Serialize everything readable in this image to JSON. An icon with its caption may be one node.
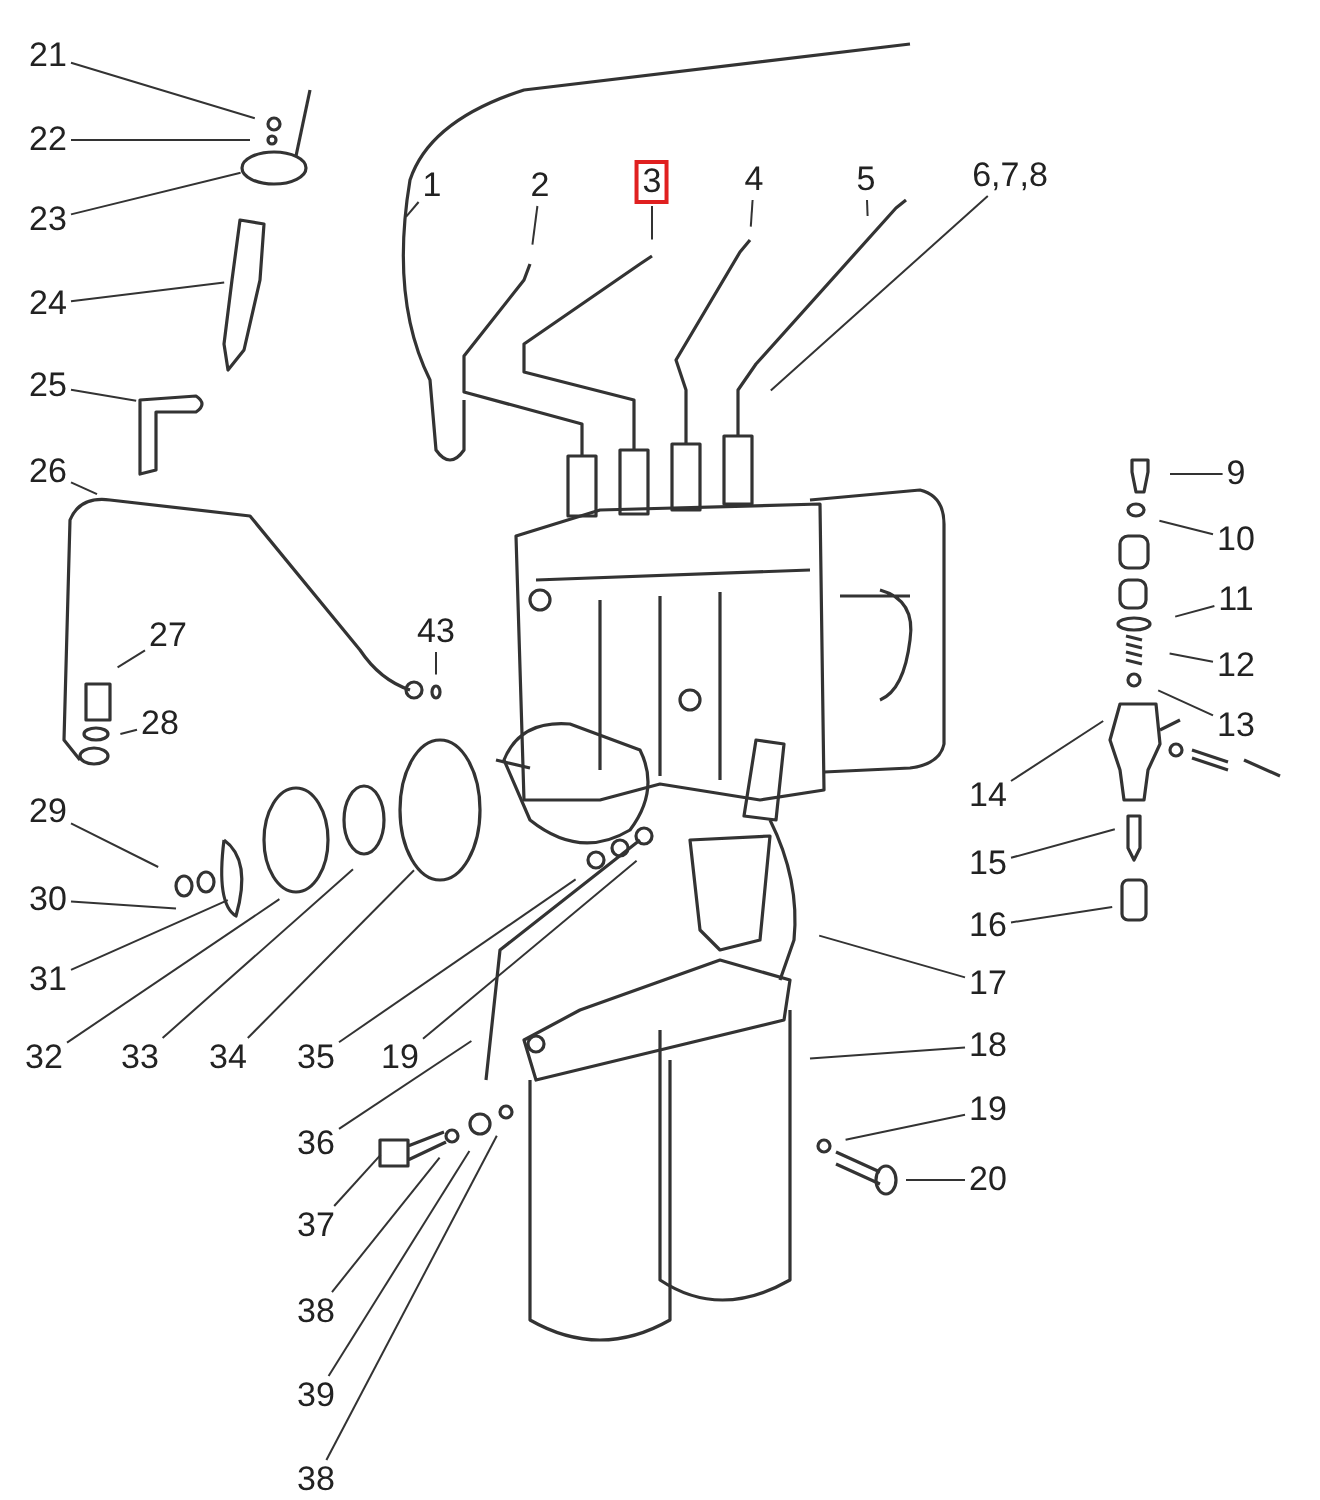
{
  "diagram": {
    "nodes": [
      {
        "text": [
          "21"
        ]
      },
      {
        "text": [
          "22"
        ]
      },
      {
        "text": [
          "23"
        ]
      },
      {
        "text": [
          "24"
        ]
      },
      {
        "text": [
          "25"
        ]
      },
      {
        "text": [
          "26"
        ]
      },
      {
        "text": [
          "27"
        ]
      },
      {
        "text": [
          "28"
        ]
      },
      {
        "text": [
          "29"
        ]
      },
      {
        "text": [
          "30"
        ]
      },
      {
        "text": [
          "31"
        ]
      },
      {
        "text": [
          "32"
        ]
      },
      {
        "text": [
          "33"
        ]
      },
      {
        "text": [
          "34"
        ]
      },
      {
        "text": [
          "35"
        ]
      },
      {
        "text": [
          "19"
        ]
      },
      {
        "text": [
          "36"
        ]
      },
      {
        "text": [
          "37"
        ]
      },
      {
        "text": [
          "38"
        ]
      },
      {
        "text": [
          "39"
        ]
      },
      {
        "text": [
          "38"
        ]
      },
      {
        "text": [
          "1"
        ]
      },
      {
        "text": [
          "2"
        ]
      },
      {
        "text": [
          "3"
        ]
      },
      {
        "text": [
          "4"
        ]
      },
      {
        "text": [
          "5"
        ]
      },
      {
        "text": [
          "6,7,8"
        ]
      },
      {
        "text": [
          "43"
        ]
      },
      {
        "text": [
          "9"
        ]
      },
      {
        "text": [
          "10"
        ]
      },
      {
        "text": [
          "11"
        ]
      },
      {
        "text": [
          "12"
        ]
      },
      {
        "text": [
          "13"
        ]
      },
      {
        "text": [
          "14"
        ]
      },
      {
        "text": [
          "15"
        ]
      },
      {
        "text": [
          "16"
        ]
      },
      {
        "text": [
          "17"
        ]
      },
      {
        "text": [
          "18"
        ]
      },
      {
        "text": [
          "19"
        ]
      },
      {
        "text": [
          "20"
        ]
      }
    ],
    "edges": [
      {
        "from": 0,
        "to": null,
        "arrow": "none"
      },
      {
        "from": 1,
        "to": null,
        "arrow": "none"
      },
      {
        "from": 2,
        "to": null,
        "arrow": "none"
      },
      {
        "from": 3,
        "to": null,
        "arrow": "none"
      },
      {
        "from": 4,
        "to": null,
        "arrow": "none"
      },
      {
        "from": 5,
        "to": null,
        "arrow": "none"
      },
      {
        "from": 6,
        "to": null,
        "arrow": "none"
      },
      {
        "from": 7,
        "to": null,
        "arrow": "none"
      },
      {
        "from": 8,
        "to": null,
        "arrow": "none"
      },
      {
        "from": 9,
        "to": null,
        "arrow": "none"
      },
      {
        "from": 10,
        "to": null,
        "arrow": "none"
      },
      {
        "from": 11,
        "to": null,
        "arrow": "none"
      },
      {
        "from": 12,
        "to": null,
        "arrow": "none"
      },
      {
        "from": 13,
        "to": null,
        "arrow": "none"
      },
      {
        "from": 14,
        "to": null,
        "arrow": "none"
      },
      {
        "from": 15,
        "to": null,
        "arrow": "none"
      },
      {
        "from": 16,
        "to": null,
        "arrow": "none"
      },
      {
        "from": 17,
        "to": null,
        "arrow": "none"
      },
      {
        "from": 18,
        "to": null,
        "arrow": "none"
      },
      {
        "from": 19,
        "to": null,
        "arrow": "none"
      },
      {
        "from": 20,
        "to": null,
        "arrow": "none"
      },
      {
        "from": 21,
        "to": null,
        "arrow": "none"
      },
      {
        "from": 22,
        "to": null,
        "arrow": "none"
      },
      {
        "from": 23,
        "to": null,
        "arrow": "none"
      },
      {
        "from": 24,
        "to": null,
        "arrow": "none"
      },
      {
        "from": 25,
        "to": null,
        "arrow": "none"
      },
      {
        "from": 26,
        "to": null,
        "arrow": "none"
      },
      {
        "from": 27,
        "to": null,
        "arrow": "none"
      },
      {
        "from": 28,
        "to": null,
        "arrow": "none"
      },
      {
        "from": 29,
        "to": null,
        "arrow": "none"
      },
      {
        "from": 30,
        "to": null,
        "arrow": "none"
      },
      {
        "from": 31,
        "to": null,
        "arrow": "none"
      },
      {
        "from": 32,
        "to": null,
        "arrow": "none"
      },
      {
        "from": 33,
        "to": null,
        "arrow": "none"
      },
      {
        "from": 34,
        "to": null,
        "arrow": "none"
      },
      {
        "from": 35,
        "to": null,
        "arrow": "none"
      },
      {
        "from": 36,
        "to": null,
        "arrow": "none"
      },
      {
        "from": 37,
        "to": null,
        "arrow": "none"
      },
      {
        "from": 38,
        "to": null,
        "arrow": "none"
      },
      {
        "from": 39,
        "to": null,
        "arrow": "none"
      }
    ]
  }
}
